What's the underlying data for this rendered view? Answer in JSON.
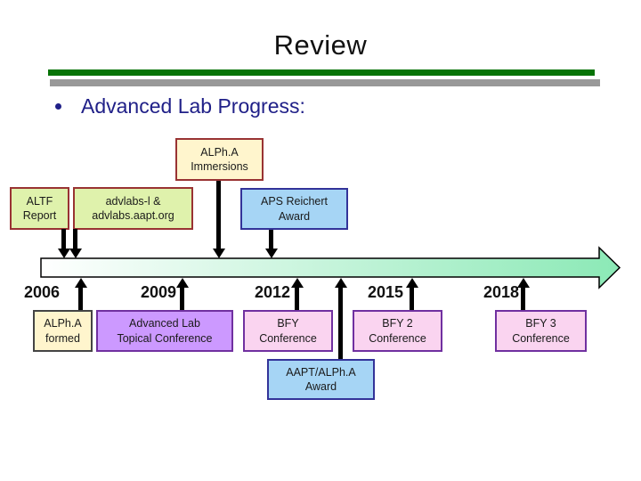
{
  "slide": {
    "title": "Review",
    "bullet": "Advanced Lab Progress:"
  },
  "colors": {
    "underline_green": "#067306",
    "underline_gray": "#999999",
    "bullet_text": "#202088",
    "timeline_gradient_start": "#ffffff",
    "timeline_gradient_end": "#8be9b6",
    "cream_fill": "#fff5cd",
    "lightgreen_fill": "#dff2ac",
    "lightblue_fill": "#a6d5f5",
    "purple_fill": "#cc99ff",
    "pink_fill": "#fad4f0",
    "maroon_border": "#993333",
    "navy_border": "#333399",
    "purple_border": "#7030a0",
    "dark_border": "#444444"
  },
  "timeline": {
    "years": [
      "2006",
      "2009",
      "2012",
      "2015",
      "2018"
    ],
    "boxes_above": {
      "immersions": {
        "lines": [
          "ALPh.A",
          "Immersions"
        ]
      },
      "altf": {
        "lines": [
          "ALTF",
          "Report"
        ]
      },
      "advlabs": {
        "lines": [
          "advlabs-l &",
          "advlabs.aapt.org"
        ]
      },
      "aps": {
        "lines": [
          "APS Reichert",
          "Award"
        ]
      }
    },
    "boxes_below": {
      "formed": {
        "lines": [
          "ALPh.A",
          "formed"
        ]
      },
      "topical": {
        "lines": [
          "Advanced Lab",
          "Topical Conference"
        ]
      },
      "bfy": {
        "lines": [
          "BFY",
          "Conference"
        ]
      },
      "bfy2": {
        "lines": [
          "BFY 2",
          "Conference"
        ]
      },
      "bfy3": {
        "lines": [
          "BFY 3",
          "Conference"
        ]
      },
      "award": {
        "lines": [
          "AAPT/ALPh.A",
          "Award"
        ]
      }
    }
  }
}
